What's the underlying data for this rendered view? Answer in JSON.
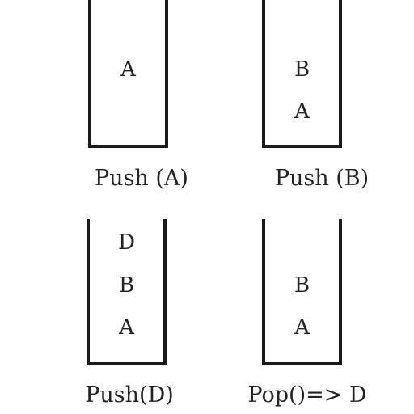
{
  "stacks": [
    {
      "items": [
        "A"
      ],
      "caption": "Push (A)"
    },
    {
      "items": [
        "A",
        "B"
      ],
      "caption": "Push (B)"
    },
    {
      "items": [
        "A",
        "B",
        "D"
      ],
      "caption": "Push(D)"
    },
    {
      "items": [
        "A",
        "B"
      ],
      "caption": "Pop()=> D"
    }
  ]
}
